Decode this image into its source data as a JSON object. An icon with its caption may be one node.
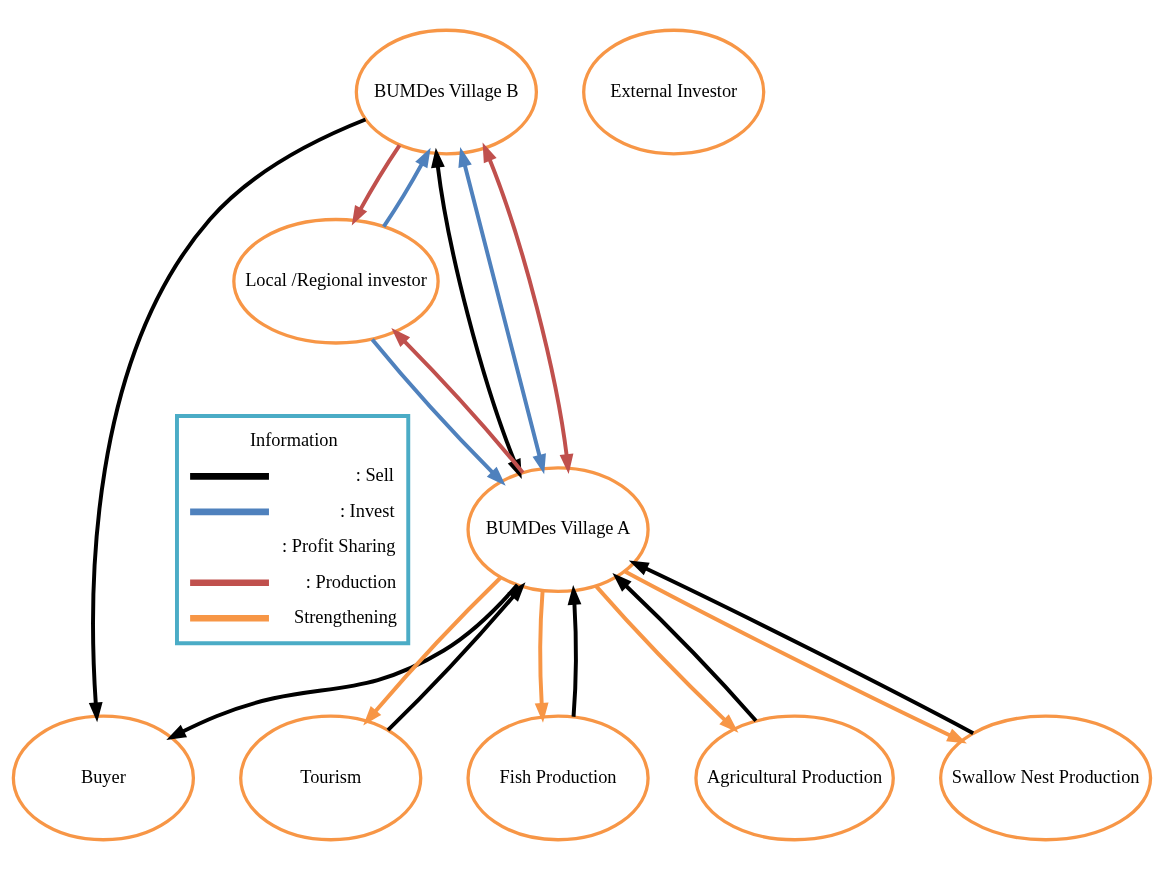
{
  "diagram": {
    "nodes": [
      {
        "text": [
          "Buyer"
        ]
      },
      {
        "text": [
          "BUMDes Village B"
        ]
      },
      {
        "text": [
          "BUMDes Village A"
        ]
      },
      {
        "text": [
          "Tourism"
        ]
      },
      {
        "text": [
          "Local /Regional investor"
        ]
      },
      {
        "text": [
          "External Investor"
        ]
      },
      {
        "text": [
          "Fish Production"
        ]
      },
      {
        "text": [
          "Agricultural Production"
        ]
      },
      {
        "text": [
          "Swallow Nest Production"
        ]
      }
    ],
    "edges": [
      {
        "from": 2,
        "to": 0,
        "arrow": "to"
      },
      {
        "from": 1,
        "to": 0,
        "arrow": "to"
      },
      {
        "from": 2,
        "to": 1,
        "arrow": "both"
      },
      {
        "from": 2,
        "to": 1,
        "arrow": "both",
        "color": "#4f81bd"
      },
      {
        "from": 2,
        "to": 1,
        "arrow": "both",
        "color": "#c0504d"
      },
      {
        "from": 4,
        "to": 1,
        "arrow": "to",
        "color": "#4f81bd"
      },
      {
        "from": 1,
        "to": 4,
        "arrow": "to",
        "color": "#c0504d"
      },
      {
        "from": 4,
        "to": 2,
        "arrow": "to",
        "color": "#4f81bd"
      },
      {
        "from": 2,
        "to": 4,
        "arrow": "to",
        "color": "#c0504d"
      },
      {
        "from": 2,
        "to": 3,
        "arrow": "to",
        "color": "#f79646"
      },
      {
        "from": 3,
        "to": 2,
        "arrow": "to"
      },
      {
        "from": 2,
        "to": 6,
        "arrow": "to",
        "color": "#f79646"
      },
      {
        "from": 6,
        "to": 2,
        "arrow": "to"
      },
      {
        "from": 7,
        "to": 2,
        "arrow": "to"
      },
      {
        "from": 2,
        "to": 7,
        "arrow": "to",
        "color": "#f79646"
      },
      {
        "from": 2,
        "to": 8,
        "arrow": "to",
        "color": "#f79646"
      },
      {
        "from": 8,
        "to": 2,
        "arrow": "to"
      }
    ],
    "labels": [
      "Information"
    ],
    "legend": [
      {
        "text": ": Sell"
      },
      {
        "text": ": Invest"
      },
      {
        "text": ": Profit Sharing"
      },
      {
        "text": ": Production"
      },
      {
        "text": "Strengthening"
      }
    ]
  }
}
